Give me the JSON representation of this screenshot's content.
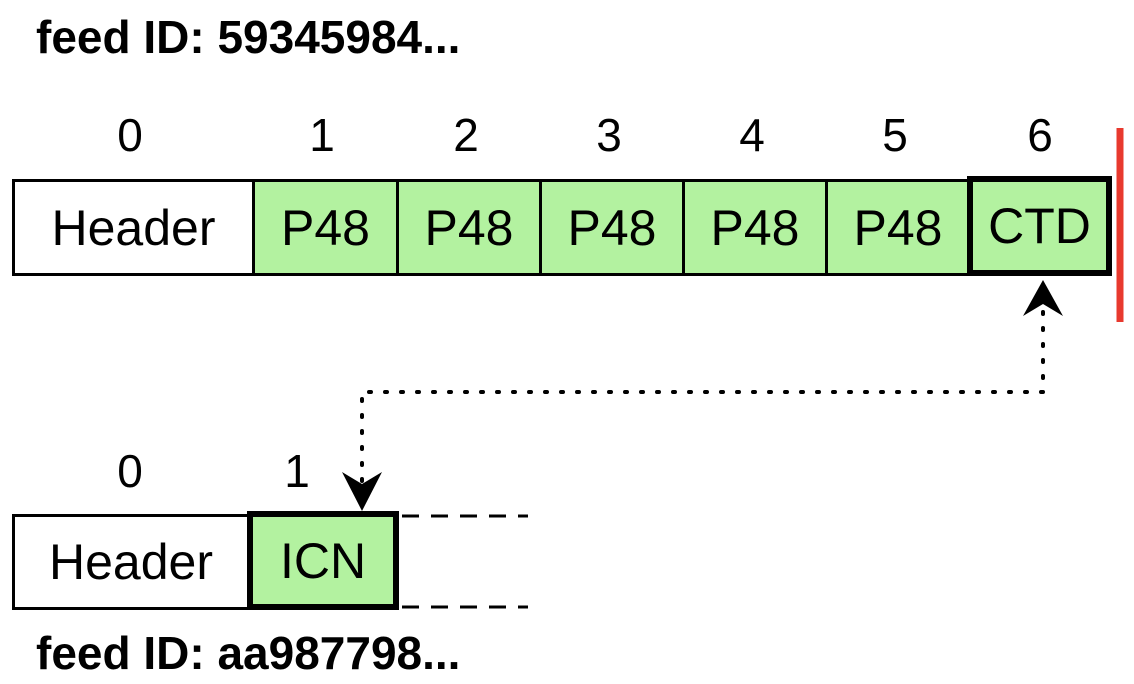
{
  "feed_top": {
    "title": "feed ID: 59345984...",
    "indices": [
      "0",
      "1",
      "2",
      "3",
      "4",
      "5",
      "6"
    ],
    "cells": [
      {
        "label": "Header",
        "kind": "header"
      },
      {
        "label": "P48",
        "kind": "payload"
      },
      {
        "label": "P48",
        "kind": "payload"
      },
      {
        "label": "P48",
        "kind": "payload"
      },
      {
        "label": "P48",
        "kind": "payload"
      },
      {
        "label": "P48",
        "kind": "payload"
      },
      {
        "label": "CTD",
        "kind": "payload-bold"
      }
    ]
  },
  "feed_bottom": {
    "title": "feed ID: aa987798...",
    "indices": [
      "0",
      "1"
    ],
    "cells": [
      {
        "label": "Header",
        "kind": "header"
      },
      {
        "label": "ICN",
        "kind": "payload-bold"
      }
    ]
  },
  "colors": {
    "payload_fill": "#b3f2a0",
    "end_marker": "#e8392e",
    "stroke": "#000000"
  }
}
